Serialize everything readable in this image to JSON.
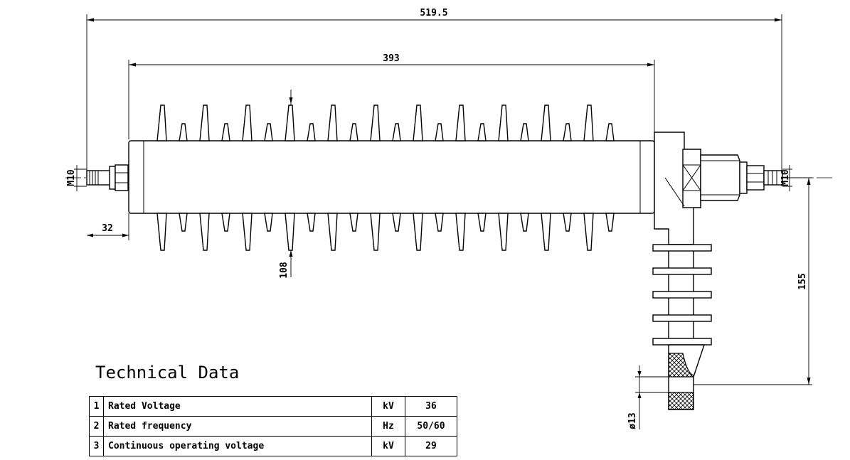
{
  "dimensions": {
    "overall_length": "519.5",
    "insulator_length": "393",
    "end_fitting_length": "32",
    "shed_diameter": "108",
    "bracket_drop": "155",
    "left_thread": "M10",
    "right_thread": "M10",
    "hole_diameter": "ø13"
  },
  "technical_data": {
    "title": "Technical Data",
    "rows": [
      {
        "no": "1",
        "name": "Rated Voltage",
        "unit": "kV",
        "value": "36"
      },
      {
        "no": "2",
        "name": "Rated frequency",
        "unit": "Hz",
        "value": "50/60"
      },
      {
        "no": "3",
        "name": "Continuous operating voltage",
        "unit": "kV",
        "value": "29"
      }
    ]
  }
}
